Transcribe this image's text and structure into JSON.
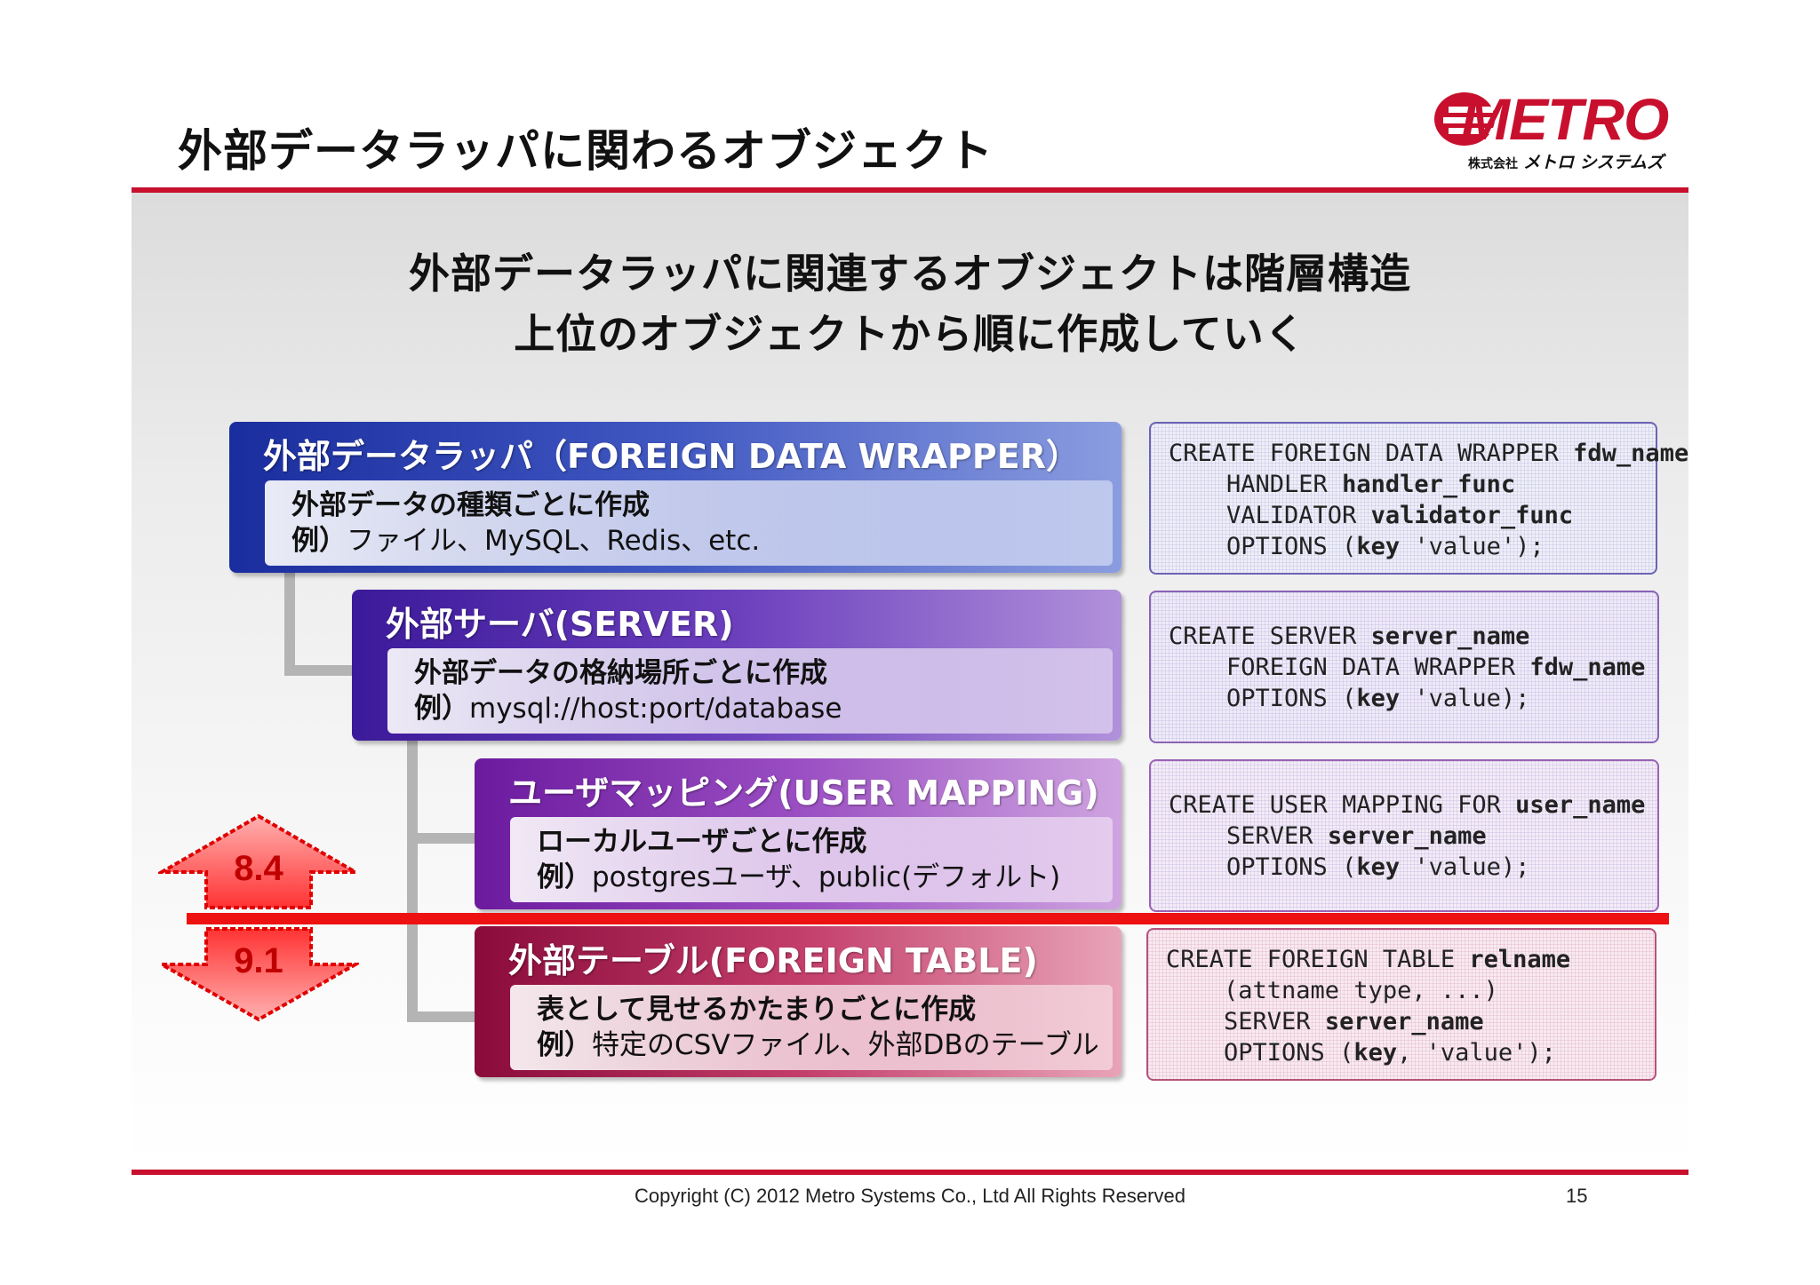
{
  "header": {
    "title": "外部データラッパに関わるオブジェクト",
    "logo": {
      "wordmark": "METRO",
      "company_prefix": "株式会社",
      "company_name": "メトロ システムズ"
    }
  },
  "headline": {
    "line1": "外部データラッパに関連するオブジェクトは階層構造",
    "line2": "上位のオブジェクトから順に作成していく"
  },
  "objects": [
    {
      "title": "外部データラッパ（FOREIGN DATA WRAPPER）",
      "desc": "外部データの種類ごとに作成",
      "example_label": "例）",
      "example": "ファイル、MySQL、Redis、etc.",
      "code": [
        {
          "kw": "CREATE FOREIGN DATA WRAPPER ",
          "arg": "fdw_name",
          "tail": ""
        },
        {
          "kw": "    HANDLER ",
          "arg": "handler_func",
          "tail": ""
        },
        {
          "kw": "    VALIDATOR ",
          "arg": "validator_func",
          "tail": ""
        },
        {
          "kw": "    OPTIONS (",
          "arg": "key",
          "tail": " 'value');"
        }
      ]
    },
    {
      "title": "外部サーバ(SERVER)",
      "desc": "外部データの格納場所ごとに作成",
      "example_label": "例）",
      "example": "mysql://host:port/database",
      "code": [
        {
          "kw": "CREATE SERVER ",
          "arg": "server_name",
          "tail": ""
        },
        {
          "kw": "    FOREIGN DATA WRAPPER ",
          "arg": "fdw_name",
          "tail": ""
        },
        {
          "kw": "    OPTIONS (",
          "arg": "key",
          "tail": " 'value);"
        }
      ]
    },
    {
      "title": "ユーザマッピング(USER MAPPING)",
      "desc": "ローカルユーザごとに作成",
      "example_label": "例）",
      "example": "postgresユーザ、public(デフォルト)",
      "code": [
        {
          "kw": "CREATE USER MAPPING FOR ",
          "arg": "user_name",
          "tail": ""
        },
        {
          "kw": "    SERVER ",
          "arg": "server_name",
          "tail": ""
        },
        {
          "kw": "    OPTIONS (",
          "arg": "key",
          "tail": " 'value);"
        }
      ]
    },
    {
      "title": "外部テーブル(FOREIGN TABLE)",
      "desc": "表として見せるかたまりごとに作成",
      "example_label": "例）",
      "example": "特定のCSVファイル、外部DBのテーブル",
      "code": [
        {
          "kw": "CREATE FOREIGN TABLE ",
          "arg": "relname",
          "tail": ""
        },
        {
          "kw": "    (attname type, ...)",
          "arg": "",
          "tail": ""
        },
        {
          "kw": "    SERVER ",
          "arg": "server_name",
          "tail": ""
        },
        {
          "kw": "    OPTIONS (",
          "arg": "key",
          "tail": ", 'value');"
        }
      ]
    }
  ],
  "versions": {
    "upper": "8.4",
    "lower": "9.1"
  },
  "footer": {
    "copyright": "Copyright (C) 2012 Metro Systems Co., Ltd All Rights Reserved",
    "page_number": "15"
  },
  "colors": {
    "brand_red": "#c8102e",
    "divider_red": "#ee1111",
    "fdw_blue": "#1a2d9e",
    "server_purple": "#3b1a9a",
    "mapping_violet": "#6b1a9e",
    "table_crimson": "#8a0b3a"
  }
}
